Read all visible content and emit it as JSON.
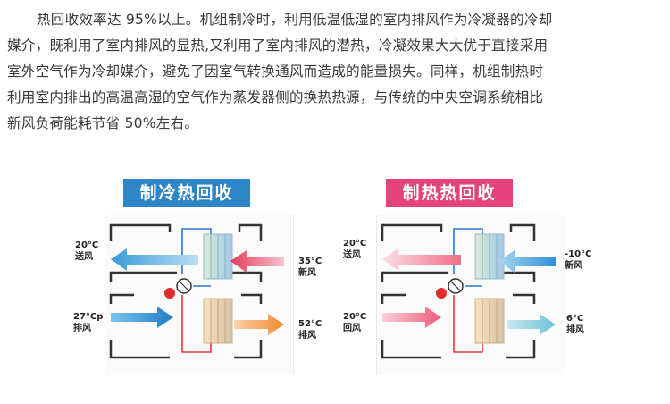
{
  "paragraph": [
    "热回收效率达  95%以上。机组制冷时，利用低温低湿的室内排风作为冷凝器的冷却",
    "媒介，既利用了室内排风的显热,又利用了室内排风的潜热，冷凝效果大大优于直接采用",
    "室外空气作为冷却媒介，避免了因室气转换通风而造成的能量损失。同样，机组制热时",
    "利用室内排出的高温高湿的空气作为蒸发器侧的换热热源，与传统的中央空调系统相比",
    "新风负荷能耗节省  50%左右。"
  ],
  "cooling": {
    "title": "制冷热回收",
    "supply_temp": "20°C",
    "supply_label": "送风",
    "exhaust_in_temp": "27°Cp",
    "exhaust_in_label": "排风",
    "fresh_temp": "35°C",
    "fresh_label": "新风",
    "exhaust_out_temp": "52°C",
    "exhaust_out_label": "排风"
  },
  "heating": {
    "title": "制热热回收",
    "supply_temp": "20°C",
    "supply_label": "送风",
    "return_temp": "20°C",
    "return_label": "回风",
    "fresh_temp": "-10°C",
    "fresh_label": "新风",
    "exhaust_temp": "6°C",
    "exhaust_label": "排风"
  },
  "colors": {
    "cool_accent": "#2f86c6",
    "heat_accent": "#e6427c",
    "cold_arrow": "#5aaee3",
    "warm_arrow": "#ee5a74",
    "hot_arrow": "#f39a3e"
  }
}
